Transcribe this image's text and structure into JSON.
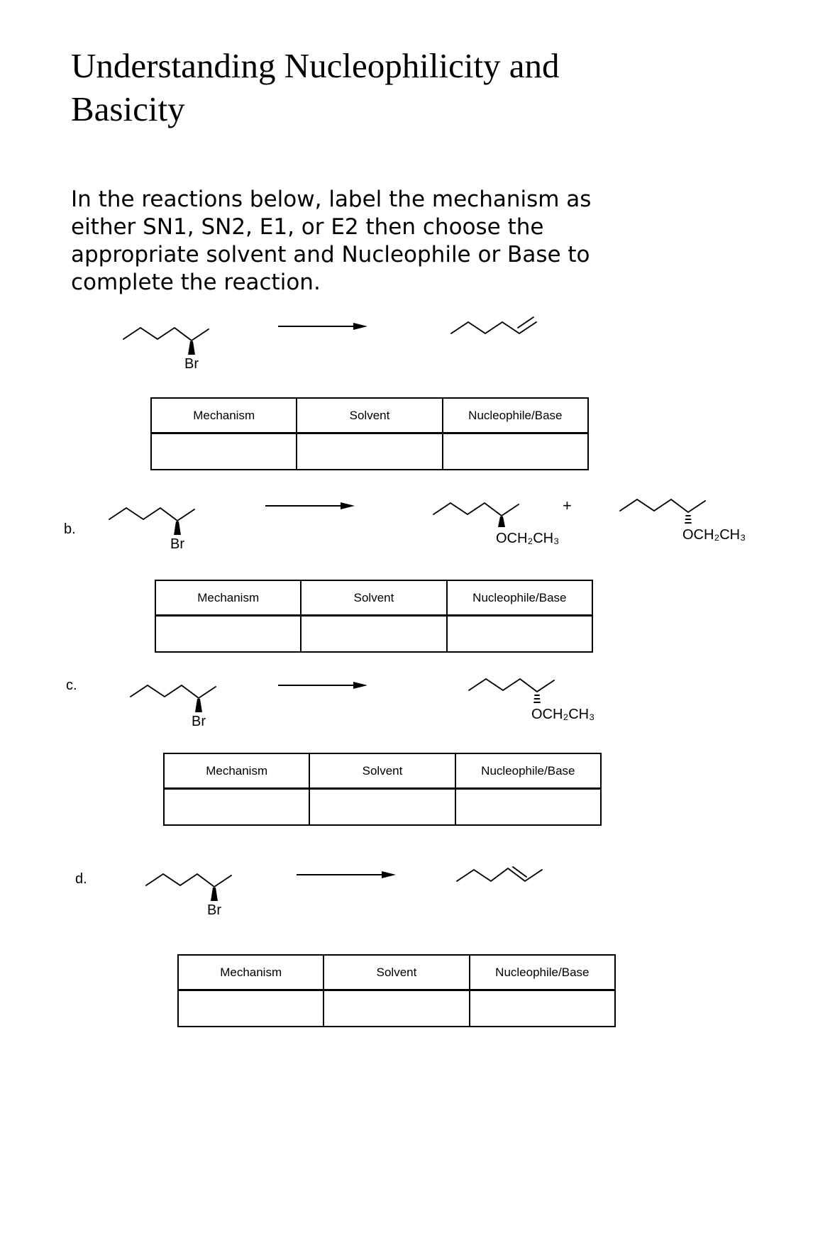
{
  "title": "Understanding Nucleophilicity and Basicity",
  "instructions": {
    "lines": [
      "In the reactions below, label the mechanism as",
      "either SN1, SN2, E1, or E2 then choose the",
      "appropriate solvent and Nucleophile or Base to",
      "complete the reaction."
    ]
  },
  "tables": {
    "headers": [
      "Mechanism",
      "Solvent",
      "Nucleophile/Base"
    ]
  },
  "chem": {
    "br": "Br",
    "ethoxy": "OCH₂CH₃",
    "plus": "+"
  },
  "reactions": {
    "a": {
      "label": ""
    },
    "b": {
      "label": "b."
    },
    "c": {
      "label": "c."
    },
    "d": {
      "label": "d."
    }
  }
}
